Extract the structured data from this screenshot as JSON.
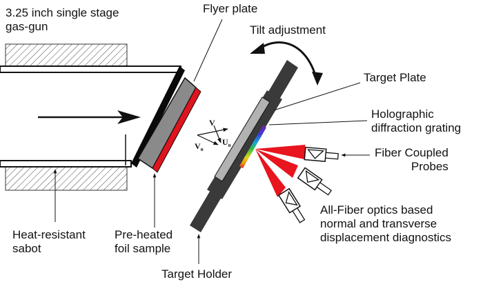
{
  "labels": {
    "gas_gun_line1": "3.25 inch single stage",
    "gas_gun_line2": "gas-gun",
    "flyer_plate": "Flyer plate",
    "tilt_adjustment": "Tilt adjustment",
    "target_plate": "Target Plate",
    "holographic_line1": "Holographic",
    "holographic_line2": "diffraction grating",
    "fiber_probes_line1": "Fiber Coupled",
    "fiber_probes_line2": "Probes",
    "all_fiber_line1": "All-Fiber optics based",
    "all_fiber_line2": "normal and transverse",
    "all_fiber_line3": "displacement diagnostics",
    "sabot_line1": "Heat-resistant",
    "sabot_line2": "sabot",
    "foil_line1": "Pre-heated",
    "foil_line2": "foil sample",
    "target_holder": "Target Holder"
  },
  "vectors": {
    "v": "V",
    "vo": "V",
    "vo_sub": "o",
    "uo": "U",
    "uo_sub": "o"
  },
  "colors": {
    "foil_sample": "#e0141e",
    "probe_beams": "#e8141e",
    "flyer_plate": "#8a8a8a",
    "target_plate": "#b2b2b2",
    "holder": "#3a3a3a"
  }
}
